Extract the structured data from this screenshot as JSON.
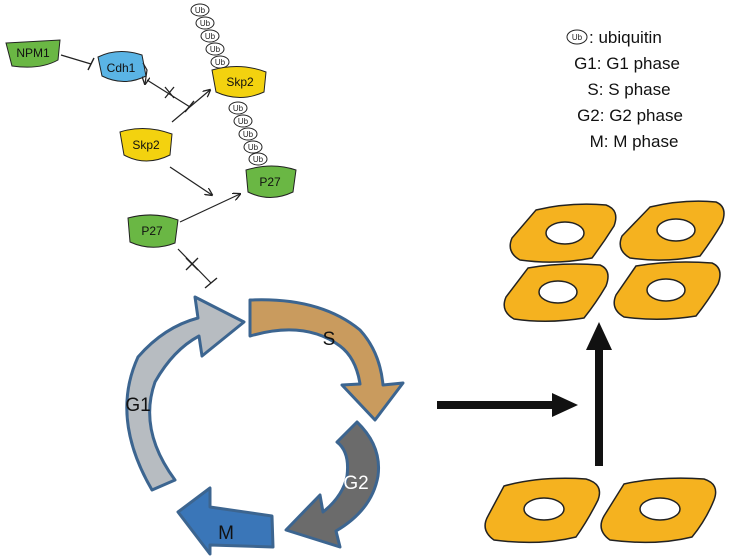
{
  "proteins": {
    "npm1": "NPM1",
    "cdh1": "Cdh1",
    "skp2": "Skp2",
    "skp2_ub": "Skp2",
    "p27": "P27",
    "p27_ub": "P27"
  },
  "ub_tag": "Ub",
  "phases": {
    "s": "S",
    "g1": "G1",
    "g2": "G2",
    "m": "M"
  },
  "legend": {
    "ub": ": ubiquitin",
    "g1": "G1: G1 phase",
    "s": "S: S phase",
    "g2": "G2: G2 phase",
    "m": "M: M phase"
  },
  "colors": {
    "npm1": "#6ab744",
    "cdh1": "#5ab4e5",
    "skp2": "#f3d20f",
    "p27": "#6ab744",
    "phase_s": "#c99b5e",
    "phase_g1": "#b7bcc1",
    "phase_g2": "#6b6b6b",
    "phase_m": "#3a76b8",
    "arc_stroke": "#3c6590",
    "cell": "#f5b21f"
  }
}
